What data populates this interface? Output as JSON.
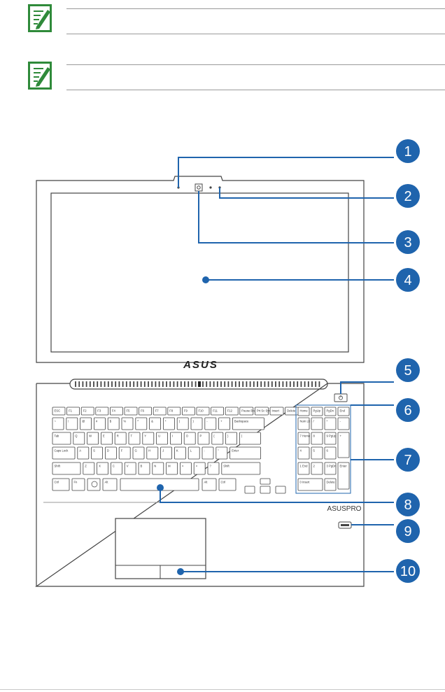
{
  "notes": [
    {
      "icon": "note-pencil-icon"
    },
    {
      "icon": "note-pencil-icon"
    }
  ],
  "brand": {
    "lid_logo": "ASUS",
    "deck_label": "ASUSPRO"
  },
  "colors": {
    "callout": "#1f64ad",
    "note_icon": "#2f8a3a",
    "outline": "#444444"
  },
  "callouts": [
    "1",
    "2",
    "3",
    "4",
    "5",
    "6",
    "7",
    "8",
    "9",
    "10"
  ],
  "keyboard": {
    "fn_row": [
      "ESC",
      "F1",
      "F2",
      "F3",
      "F4",
      "F5",
      "F6",
      "F7",
      "F8",
      "F9",
      "F10",
      "F11",
      "F12",
      "Pause Break",
      "Prt Sc SysRq",
      "Insert",
      "Delete"
    ],
    "num_row": [
      "~",
      "!",
      "@",
      "#",
      "$",
      "%",
      "^",
      "&",
      "*",
      "(",
      ")",
      "-",
      "+",
      "Backspace"
    ],
    "tab_row": [
      "Tab",
      "Q",
      "W",
      "E",
      "R",
      "T",
      "Y",
      "U",
      "I",
      "O",
      "P",
      "{",
      "}",
      "|"
    ],
    "caps_row": [
      "Caps Lock",
      "A",
      "S",
      "D",
      "F",
      "G",
      "H",
      "J",
      "K",
      "L",
      ":",
      "\"",
      "Enter"
    ],
    "shift_row": [
      "Shift",
      "Z",
      "X",
      "C",
      "V",
      "B",
      "N",
      "M",
      "<",
      ">",
      "?",
      "Shift"
    ],
    "bottom_row": [
      "Ctrl",
      "Fn",
      "",
      "Alt",
      "",
      "Alt",
      "Ctrl"
    ],
    "nav_top": [
      "Home",
      "PgUp",
      "PgDn",
      "End"
    ],
    "numpad": [
      "Num Lk Scr Lk",
      "/",
      "*",
      "-",
      "7 Home",
      "8",
      "9 PgUp",
      "+",
      "4",
      "5",
      "6",
      "1 End",
      "2",
      "3 PgDn",
      "Enter",
      "0 Insert",
      "Delete"
    ]
  }
}
